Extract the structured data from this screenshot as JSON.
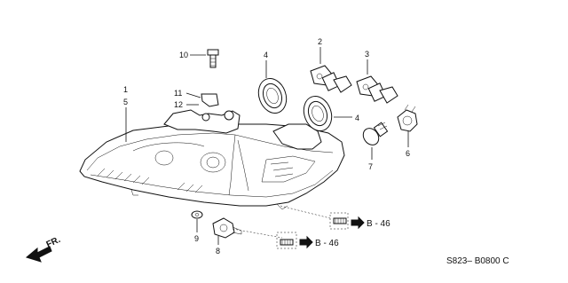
{
  "callouts": [
    {
      "id": "1",
      "text": "1"
    },
    {
      "id": "5",
      "text": "5"
    },
    {
      "id": "2",
      "text": "2"
    },
    {
      "id": "3",
      "text": "3"
    },
    {
      "id": "4a",
      "text": "4"
    },
    {
      "id": "4b",
      "text": "4"
    },
    {
      "id": "6",
      "text": "6"
    },
    {
      "id": "7",
      "text": "7"
    },
    {
      "id": "8",
      "text": "8"
    },
    {
      "id": "9",
      "text": "9"
    },
    {
      "id": "10",
      "text": "10"
    },
    {
      "id": "11",
      "text": "11"
    },
    {
      "id": "12",
      "text": "12"
    }
  ],
  "refs": {
    "b46_upper": "B - 46",
    "b46_lower": "B - 46"
  },
  "direction": "FR.",
  "diagram_code": "S823– B0800 C"
}
